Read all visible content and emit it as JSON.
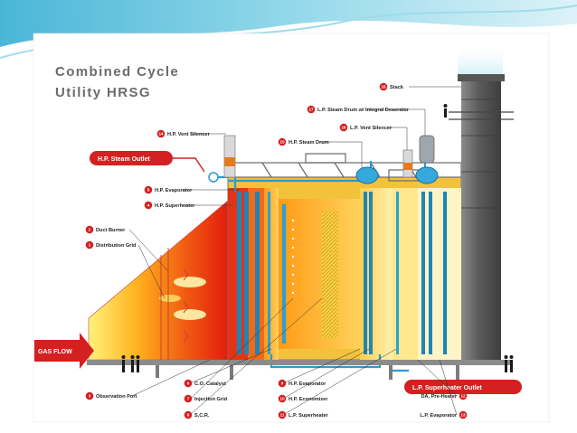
{
  "title": {
    "line1": "Combined Cycle",
    "line2": "Utility HRSG"
  },
  "tags": {
    "hp_steam_outlet": "H.P. Steam Outlet",
    "lp_superheater_outlet": "L.P. Superheater Outlet",
    "gas_flow": "GAS FLOW"
  },
  "callouts": [
    {
      "num": "1",
      "text": "Distribution Grid"
    },
    {
      "num": "2",
      "text": "Duct Burner"
    },
    {
      "num": "3",
      "text": "Observation Port"
    },
    {
      "num": "4",
      "text": "H.P. Superheater"
    },
    {
      "num": "5",
      "text": "H.P. Evaporator"
    },
    {
      "num": "6",
      "text": "C.O. Catalyst"
    },
    {
      "num": "7",
      "text": "Injection Grid"
    },
    {
      "num": "8",
      "text": "S.C.R."
    },
    {
      "num": "9",
      "text": "H.P. Evaporator"
    },
    {
      "num": "10",
      "text": "H.P. Economizer"
    },
    {
      "num": "11",
      "text": "L.P. Superheater"
    },
    {
      "num": "12",
      "text": "DA. Pre-Heater"
    },
    {
      "num": "13",
      "text": "L.P. Evaporator"
    },
    {
      "num": "14",
      "text": "H.P. Vent Silencer"
    },
    {
      "num": "15",
      "text": "H.P. Steam Drum"
    },
    {
      "num": "16",
      "text": "L.P. Vent Silencer"
    },
    {
      "num": "17",
      "text": "L.P. Steam Drum w/ Integral Deaerator"
    },
    {
      "num": "18",
      "text": "Stack"
    }
  ],
  "colors": {
    "accent_red": "#d42020",
    "pipe_blue": "#2a9ad4",
    "steel": "#6d6d6d",
    "slide_teal": "#3fb7d6"
  }
}
